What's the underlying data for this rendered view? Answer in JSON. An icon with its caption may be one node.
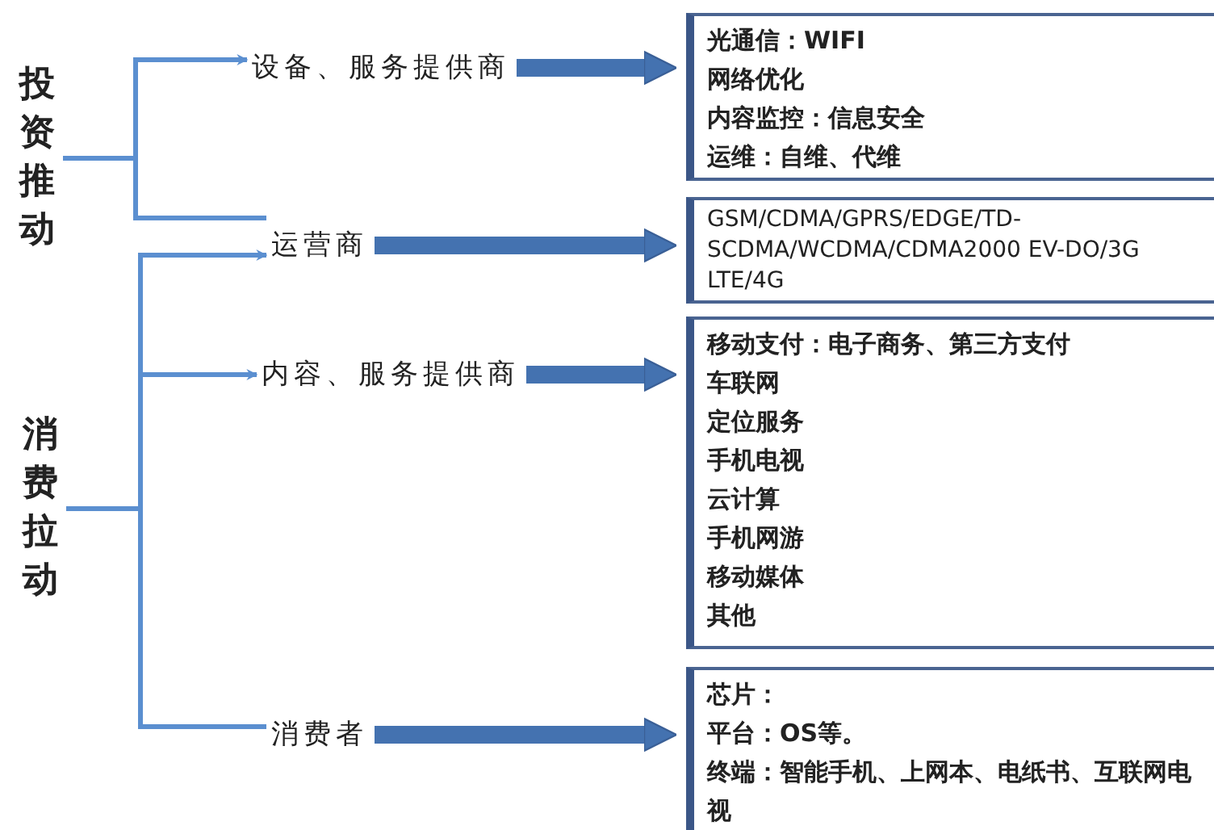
{
  "diagram": {
    "nodes": [
      {
        "text": [
          "投资推动"
        ]
      },
      {
        "text": [
          "消费拉动"
        ]
      },
      {
        "text": [
          "设备、服务提供商"
        ]
      },
      {
        "text": [
          "运营商"
        ]
      },
      {
        "text": [
          "内容、服务提供商"
        ]
      },
      {
        "text": [
          "消费者"
        ]
      },
      {
        "text": [
          "光通信：WIFI",
          "网络优化",
          "内容监控：信息安全",
          "运维：自维、代维"
        ]
      },
      {
        "text": [
          "GSM/CDMA/GPRS/EDGE/TD-SCDMA/WCDMA/CDMA2000 EV-DO/3G LTE/4G"
        ]
      },
      {
        "text": [
          "移动支付：电子商务、第三方支付",
          "车联网",
          "定位服务",
          "手机电视",
          "云计算",
          "手机网游",
          "移动媒体",
          "其他"
        ]
      },
      {
        "text": [
          "芯片：",
          "平台：OS等。",
          "终端：智能手机、上网本、电纸书、互联网电视"
        ]
      }
    ],
    "edges": [
      {
        "from": 0,
        "to": 2,
        "arrow": "to"
      },
      {
        "from": 0,
        "to": 3,
        "arrow": "none"
      },
      {
        "from": 1,
        "to": 3,
        "arrow": "to"
      },
      {
        "from": 1,
        "to": 4,
        "arrow": "to"
      },
      {
        "from": 1,
        "to": 5,
        "arrow": "none"
      },
      {
        "from": 2,
        "to": 6,
        "arrow": "to",
        "style": "thick"
      },
      {
        "from": 3,
        "to": 7,
        "arrow": "to",
        "style": "thick"
      },
      {
        "from": 4,
        "to": 8,
        "arrow": "to",
        "style": "thick"
      },
      {
        "from": 5,
        "to": 9,
        "arrow": "to",
        "style": "thick"
      }
    ]
  }
}
